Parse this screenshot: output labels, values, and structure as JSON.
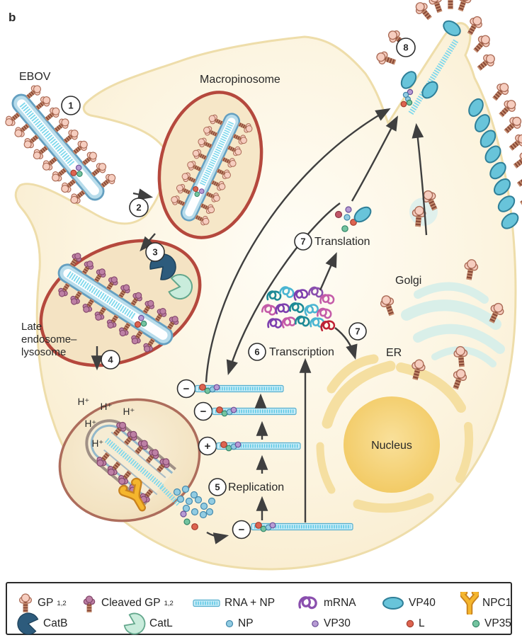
{
  "panel": "b",
  "labels": {
    "ebov": "EBOV",
    "macropinosome": "Macropinosome",
    "late_endosome": [
      "Late",
      "endosome–",
      "lysosome"
    ],
    "hplus": "H⁺",
    "nucleus": "Nucleus",
    "er": "ER",
    "golgi": "Golgi"
  },
  "steps": {
    "s1": "1",
    "s2": "2",
    "s3": "3",
    "s4": "4",
    "s5": "5",
    "s6": "6",
    "s7": "7",
    "s8": "8"
  },
  "process": {
    "replication": "Replication",
    "transcription": "Transcription",
    "translation": "Translation"
  },
  "signs": {
    "minus": "−",
    "plus": "+"
  },
  "legend": {
    "row1": [
      {
        "icon": "gp-icon",
        "label": "GP",
        "sub": "1,2"
      },
      {
        "icon": "cleaved-gp-icon",
        "label": "Cleaved GP",
        "sub": "1,2"
      },
      {
        "icon": "rna-np-icon",
        "label": "RNA + NP"
      },
      {
        "icon": "mrna-icon",
        "label": "mRNA"
      },
      {
        "icon": "vp40-icon",
        "label": "VP40"
      },
      {
        "icon": "npc1-icon",
        "label": "NPC1"
      }
    ],
    "row2": [
      {
        "icon": "catb-icon",
        "label": "CatB"
      },
      {
        "icon": "catl-icon",
        "label": "CatL"
      },
      {
        "icon": "np-icon",
        "label": "NP"
      },
      {
        "icon": "vp30-icon",
        "label": "VP30"
      },
      {
        "icon": "l-icon",
        "label": "L"
      },
      {
        "icon": "vp35-icon",
        "label": "VP35"
      }
    ]
  },
  "colors": {
    "endosome_red": "#b5483d",
    "membrane_yellow": "#eeddaa",
    "cytoplasm": "#fbf3dc",
    "nucleus_gold": "#f3cc62",
    "rna_blue": "#7fd8ec",
    "vp40_teal": "#68c4da",
    "npc1_yellow": "#f5b62d",
    "catb_navy": "#2d5b7c",
    "catl_mint": "#c9ecdc",
    "gp_pink": "#f6cdbf",
    "cleaved_gp_mauve": "#bd80a5",
    "mrna_purple": "#8a4fae",
    "arrow_gray": "#3f3f3f"
  }
}
